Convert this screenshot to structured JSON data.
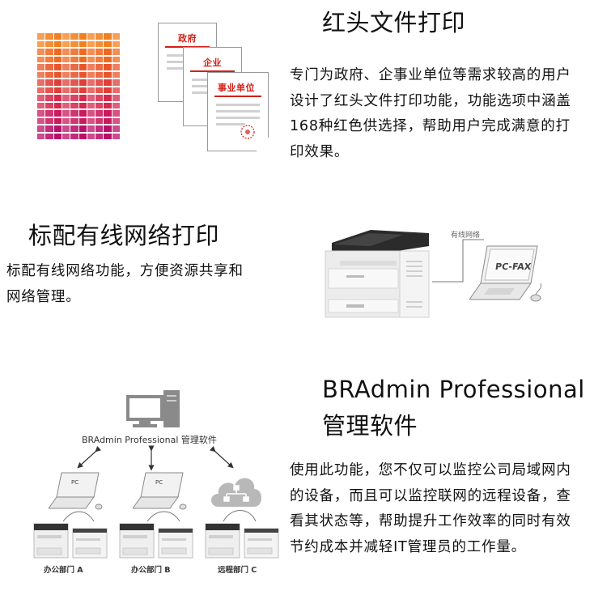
{
  "section1": {
    "title": "红头文件打印",
    "body": "专门为政府、企事业单位等需求较高的用户设计了红头文件打印功能，功能选项中涵盖168种红色供选择，帮助用户完成满意的打印效果。",
    "papers": [
      "政府",
      "企业",
      "事业单位"
    ],
    "swatch_colors": [
      "#b8106a",
      "#c81a5c",
      "#d62a4c",
      "#e03e38",
      "#e8552a",
      "#ee6a22",
      "#f2801e"
    ]
  },
  "section2": {
    "title": "标配有线网络打印",
    "body": "标配有线网络功能，方便资源共享和网络管理。",
    "network_label": "有线网络",
    "laptop_label": "PC-FAX"
  },
  "section3": {
    "title_line1": "BRAdmin Professional",
    "title_line2": "管理软件",
    "body": "使用此功能，您不仅可以监控公司局域网内的设备，而且可以监控联网的远程设备，查看其状态等，帮助提升工作效率的同时有效节约成本并减轻IT管理员的工作量。",
    "software_label": "BRAdmin Professional 管理软件",
    "pc_label": "PC",
    "departments": [
      "办公部门 A",
      "办公部门 B",
      "远程部门 C"
    ]
  }
}
